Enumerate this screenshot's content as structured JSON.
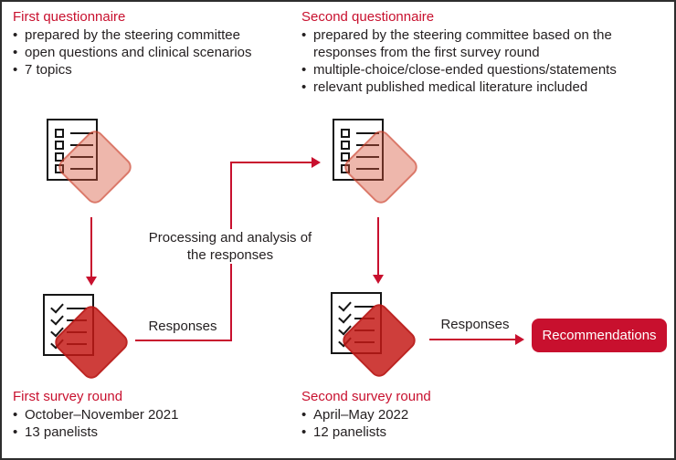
{
  "ui": {
    "bullet": "•"
  },
  "palette": {
    "red": "#C8102E",
    "pink_diamond_fill": "#EFB4A8",
    "dark_red_diamond_fill": "#D2463F",
    "text": "#231F20",
    "figure_border": "#2E2E2E",
    "recommendation_text": "#FFFFFF"
  },
  "icons": {
    "questionnaire_icon": "document-with-checkbox-list",
    "survey_icon": "document-with-checkmark-list",
    "diamond_accent": "rotated-rounded-square"
  },
  "blocks": {
    "first_questionnaire": {
      "title": "First questionnaire",
      "bullets": [
        "prepared by the steering committee",
        "open questions and clinical scenarios",
        "7 topics"
      ]
    },
    "second_questionnaire": {
      "title": "Second questionnaire",
      "bullets": [
        "prepared by the steering committee based on the responses from the first survey round",
        "multiple-choice/close-ended questions/statements",
        "relevant published medical literature included"
      ]
    },
    "first_survey_round": {
      "title": "First survey round",
      "bullets": [
        "October–November 2021",
        "13 panelists"
      ]
    },
    "second_survey_round": {
      "title": "Second survey round",
      "bullets": [
        "April–May 2022",
        "12 panelists"
      ]
    }
  },
  "labels": {
    "processing": "Processing and analysis of the responses",
    "responses_left": "Responses",
    "responses_right": "Responses",
    "recommendations": "Recommendations"
  }
}
